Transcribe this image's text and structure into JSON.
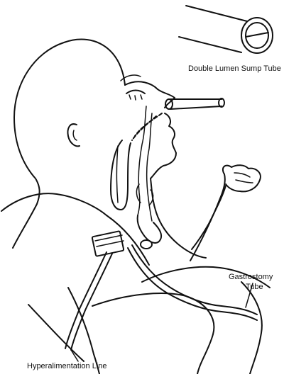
{
  "labels": {
    "sump_tube": "Double Lumen Sump Tube",
    "gastrostomy_line1": "Gastrostomy",
    "gastrostomy_line2": "Tube",
    "hyperalimentation": "Hyperalimentation Line"
  },
  "colors": {
    "ink": "#111111",
    "paper": "#ffffff"
  }
}
